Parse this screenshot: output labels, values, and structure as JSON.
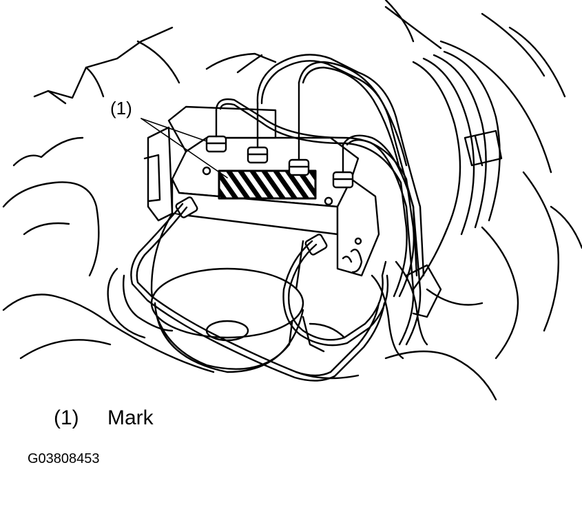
{
  "figure": {
    "callout_marker": "(1)",
    "legend": [
      {
        "number": "(1)",
        "text": "Mark"
      }
    ],
    "figure_id": "G03808453"
  }
}
